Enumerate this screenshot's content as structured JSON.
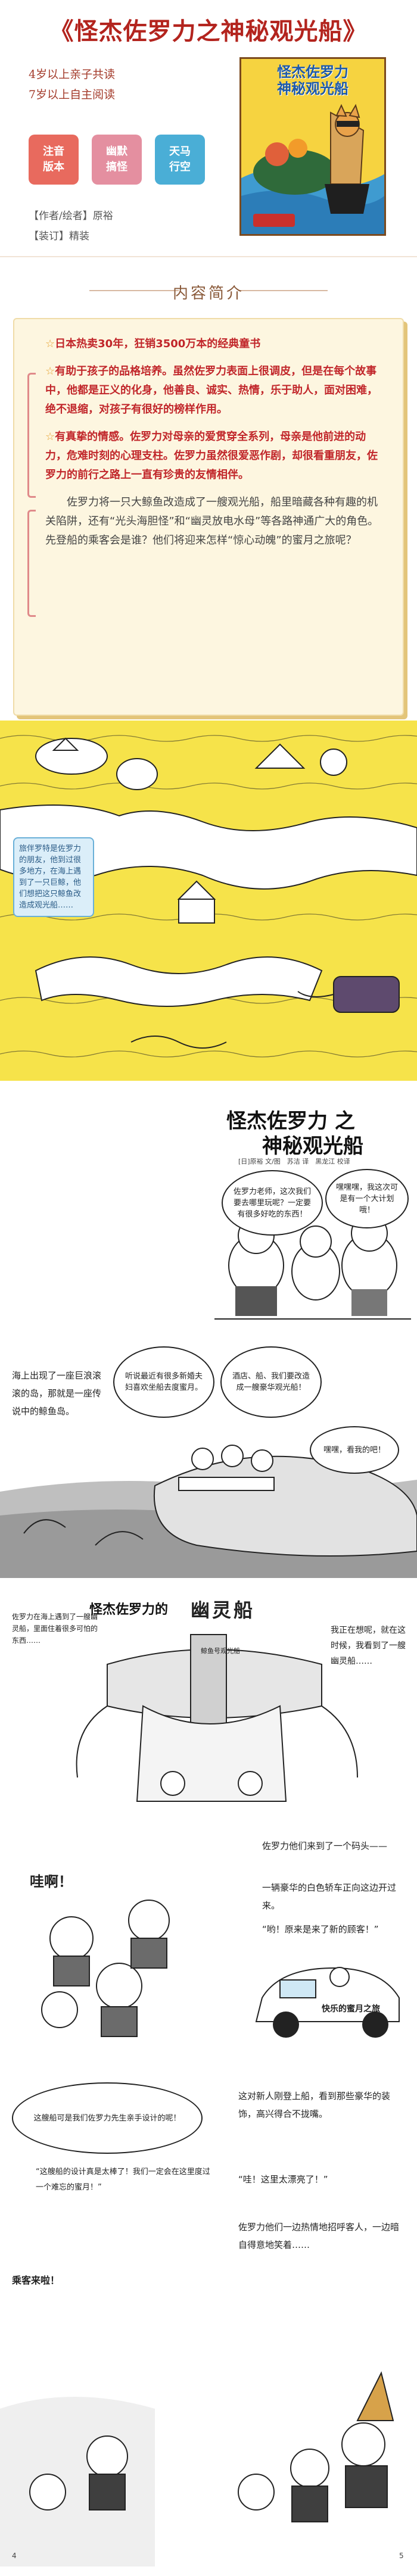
{
  "header": {
    "title": "《怪杰佐罗力之神秘观光船》",
    "subtitle_1": "4岁以上亲子共读",
    "subtitle_2": "7岁以上自主阅读",
    "badges": [
      {
        "line1": "注音",
        "line2": "版本"
      },
      {
        "line1": "幽默",
        "line2": "搞怪"
      },
      {
        "line1": "天马",
        "line2": "行空"
      }
    ],
    "author_line": "【作者/绘者】原裕",
    "binding_line": "【装订】精装",
    "cover_title_1": "怪杰佐罗力",
    "cover_title_2": "神秘观光船"
  },
  "intro": {
    "section_title": "内容简介",
    "star": "☆",
    "p1": "日本热卖30年，狂销3500万本的经典童书",
    "p2": "有助于孩子的品格培养。虽然佐罗力表面上很调皮，但是在每个故事中，他都是正义的化身，他善良、诚实、热情，乐于助人，面对困难，绝不退缩，对孩子有很好的榜样作用。",
    "p3": "有真挚的情感。佐罗力对母亲的爱贯穿全系列，母亲是他前进的动力，危难时刻的心理支柱。佐罗力虽然很爱恶作剧，却很看重朋友，佐罗力的前行之路上一直有珍贵的友情相伴。",
    "p4": "佐罗力将一只大鲸鱼改造成了一艘观光船，船里暗藏各种有趣的机关陷阱，还有“光头海胆怪”和“幽灵放电水母”等各路神通广大的角色。先登船的乘客会是谁？他们将迎来怎样“惊心动魄”的蜜月之旅呢？"
  },
  "map": {
    "note": "旅伴罗特是佐罗力的朋友，他到过很多地方，在海上遇到了一只巨鲸，他们想把这只鲸鱼改造成观光船……"
  },
  "comic1": {
    "title_1": "怪杰佐罗力",
    "title_2": "之",
    "title_3": "神秘观光船",
    "credits": "[日]原裕 文/图　苏洁 译　黑龙江 校译",
    "bubble_a": "佐罗力老师，这次我们要去哪里玩呢？一定要有很多好吃的东西！",
    "bubble_b": "嘿嘿嘿，我这次可是有一个大计划哦！"
  },
  "comic2": {
    "text_left": "海上出现了一座巨浪滚滚的岛，那就是一座传说中的鲸鱼岛。",
    "bubble_a": "听说最近有很多新婚夫妇喜欢坐船去度蜜月。",
    "bubble_b": "酒店、船、我们要改造成一艘豪华观光船！",
    "bubble_c": "嘿嘿，看我的吧！"
  },
  "comic3": {
    "ghost_label": "怪杰佐罗力的",
    "ghost_title": "幽灵船",
    "left_note": "佐罗力在海上遇到了一艘幽灵船，里面住着很多可怕的东西……",
    "right_note": "我正在想呢，就在这时候，我看到了一艘幽灵船……",
    "sign": "鲸鱼号观光船"
  },
  "comic4": {
    "shout": "哇啊！",
    "text_1": "佐罗力他们来到了一个码头——",
    "text_2": "一辆豪华的白色轿车正向这边开过来。",
    "text_3": "“哟！原来是来了新的顾客！”",
    "car_label": "快乐的蜜月之旅"
  },
  "comic5": {
    "bubble_left": "这艘船可是我们佐罗力先生亲手设计的呢！",
    "text_left": "“这艘船的设计真是太棒了！我们一定会在这里度过一个难忘的蜜月！”",
    "shout": "乘客来啦！",
    "text_right_1": "这对新人刚登上船，看到那些豪华的装饰，高兴得合不拢嘴。",
    "text_right_2": "“哇！这里太漂亮了！”",
    "text_right_3": "佐罗力他们一边热情地招呼客人，一边暗自得意地笑着……",
    "page_left": "4",
    "page_right": "5"
  }
}
